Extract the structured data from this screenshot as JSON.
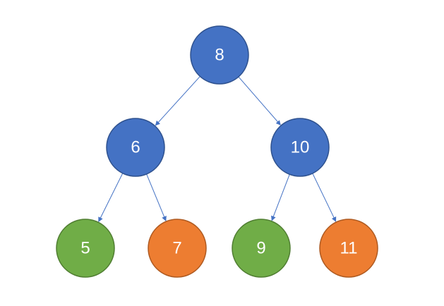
{
  "colors": {
    "internal_fill": "#4472C4",
    "internal_stroke": "#2F528F",
    "green_fill": "#70AD47",
    "green_stroke": "#507E32",
    "orange_fill": "#ED7D31",
    "orange_stroke": "#AE5A21",
    "edge": "#4472C4",
    "label": "#FFFFFF"
  },
  "tree": {
    "nodes": [
      {
        "id": "n8",
        "label": "8",
        "style": "internal"
      },
      {
        "id": "n6",
        "label": "6",
        "style": "internal"
      },
      {
        "id": "n10",
        "label": "10",
        "style": "internal"
      },
      {
        "id": "n5",
        "label": "5",
        "style": "green"
      },
      {
        "id": "n7",
        "label": "7",
        "style": "orange"
      },
      {
        "id": "n9",
        "label": "9",
        "style": "green"
      },
      {
        "id": "n11",
        "label": "11",
        "style": "orange"
      }
    ],
    "edges": [
      {
        "from": "n8",
        "to": "n6"
      },
      {
        "from": "n8",
        "to": "n10"
      },
      {
        "from": "n6",
        "to": "n5"
      },
      {
        "from": "n6",
        "to": "n7"
      },
      {
        "from": "n10",
        "to": "n9"
      },
      {
        "from": "n10",
        "to": "n11"
      }
    ]
  }
}
